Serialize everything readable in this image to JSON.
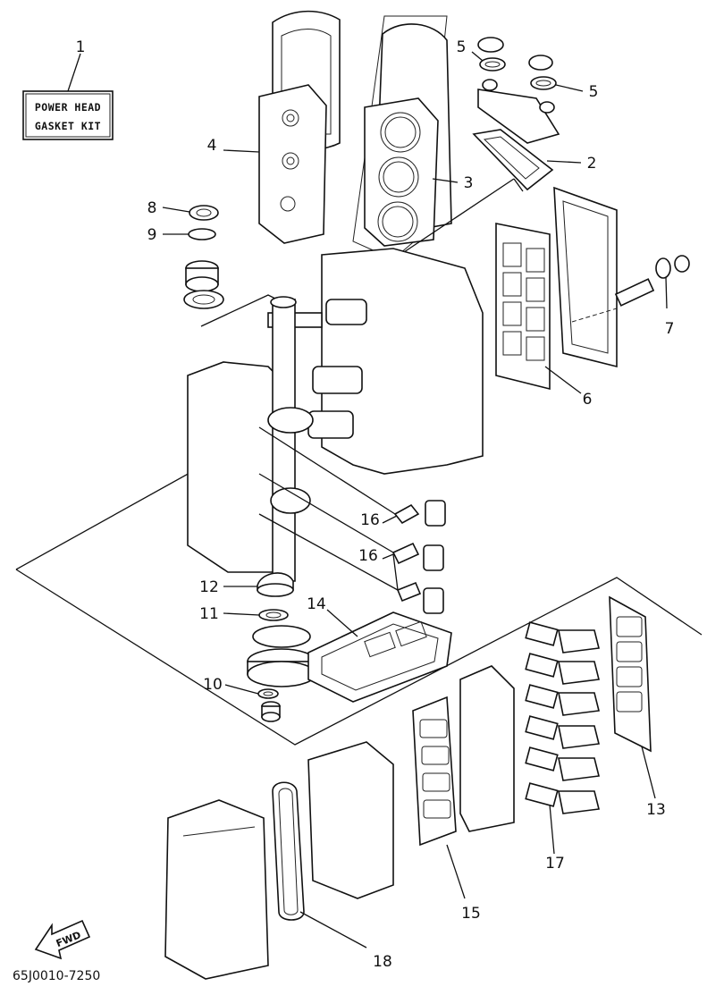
{
  "kit_label": {
    "line1": "POWER HEAD",
    "line2": "GASKET KIT"
  },
  "callouts": [
    {
      "id": "c1",
      "text": "1"
    },
    {
      "id": "c2",
      "text": "2"
    },
    {
      "id": "c3",
      "text": "3"
    },
    {
      "id": "c4",
      "text": "4"
    },
    {
      "id": "c5a",
      "text": "5"
    },
    {
      "id": "c5b",
      "text": "5"
    },
    {
      "id": "c6",
      "text": "6"
    },
    {
      "id": "c7",
      "text": "7"
    },
    {
      "id": "c8",
      "text": "8"
    },
    {
      "id": "c9",
      "text": "9"
    },
    {
      "id": "c10",
      "text": "10"
    },
    {
      "id": "c11",
      "text": "11"
    },
    {
      "id": "c12",
      "text": "12"
    },
    {
      "id": "c13",
      "text": "13"
    },
    {
      "id": "c14",
      "text": "14"
    },
    {
      "id": "c15",
      "text": "15"
    },
    {
      "id": "c16a",
      "text": "16"
    },
    {
      "id": "c16b",
      "text": "16"
    },
    {
      "id": "c17",
      "text": "17"
    },
    {
      "id": "c18",
      "text": "18"
    }
  ],
  "fwd_label": "FWD",
  "diagram_code": "65J0010-7250"
}
